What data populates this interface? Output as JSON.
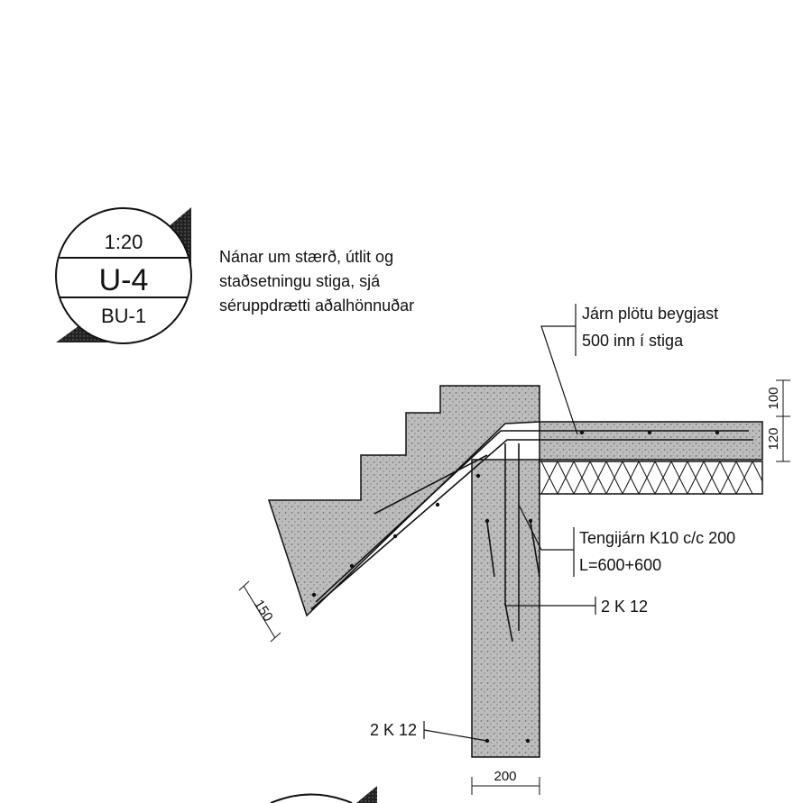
{
  "detail_tag": {
    "scale": "1:20",
    "detail_id": "U-4",
    "sheet_ref": "BU-1"
  },
  "note": {
    "lines": [
      "Nánar um stærð, útlit og",
      "staðsetningu stiga, sjá",
      "séruppdrætti aðalhönnuðar"
    ]
  },
  "callouts": {
    "slab_bars_line1": "Járn plötu beygjast",
    "slab_bars_line2": "500 inn í stiga",
    "tie_bars_line1": "Tengijárn K10 c/c 200",
    "tie_bars_line2": "L=600+600",
    "bars_upper": "2 K 12",
    "bars_lower": "2 K 12"
  },
  "dimensions": {
    "stair_thickness": "150",
    "wall_width": "200",
    "slab_top": "100",
    "slab_thickness": "120"
  },
  "colors": {
    "concrete": "#bdbdbd",
    "concrete_speckle": "#6e6e6e",
    "line": "#111111"
  }
}
